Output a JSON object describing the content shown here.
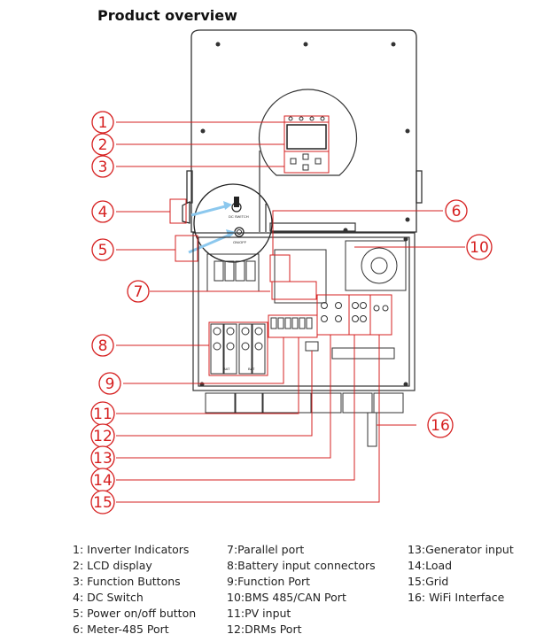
{
  "title": "Product overview",
  "accent_color": "#d62020",
  "arrow_color": "#8cc8ee",
  "callouts": [
    "1",
    "2",
    "3",
    "4",
    "5",
    "6",
    "7",
    "8",
    "9",
    "10",
    "11",
    "12",
    "13",
    "14",
    "15",
    "16"
  ],
  "panel_labels": {
    "dc_switch": "DC SWITCH",
    "on_off": "ON/OFF",
    "battery": "BAT"
  },
  "legend": {
    "col1": [
      "1: Inverter Indicators",
      "2: LCD display",
      "3: Function Buttons",
      "4: DC Switch",
      "5: Power on/off button",
      "6: Meter-485 Port"
    ],
    "col2": [
      "7:Parallel port",
      "8:Battery input connectors",
      "9:Function Port",
      "10:BMS 485/CAN Port",
      "11:PV input",
      "12:DRMs Port"
    ],
    "col3": [
      "13:Generator input",
      "14:Load",
      "15:Grid",
      "16: WiFi Interface"
    ]
  }
}
